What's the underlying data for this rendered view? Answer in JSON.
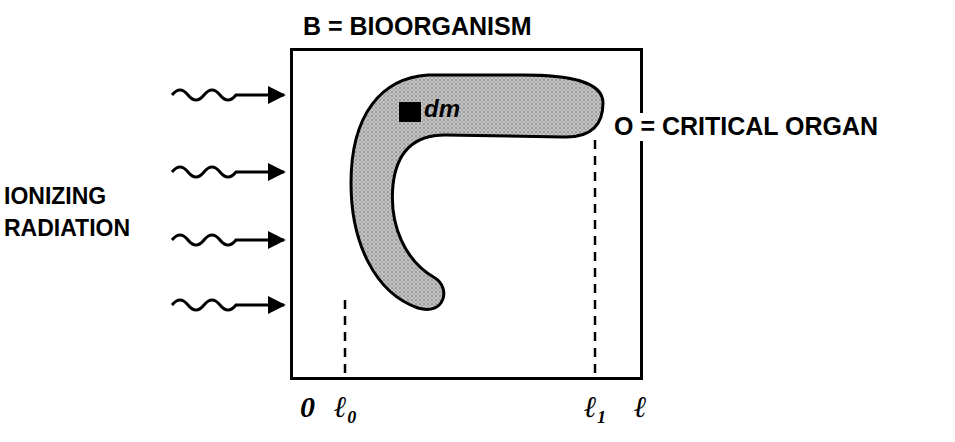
{
  "diagram": {
    "nodes": [
      {
        "text": [
          "B = BIOORGANISM"
        ]
      },
      {
        "text": [
          "O = CRITICAL ORGAN"
        ],
        "in": 0
      }
    ],
    "labels": [
      "dm",
      "IONIZING RADIATION",
      "0",
      "ℓ₀",
      "ℓ₁",
      "ℓ"
    ]
  }
}
